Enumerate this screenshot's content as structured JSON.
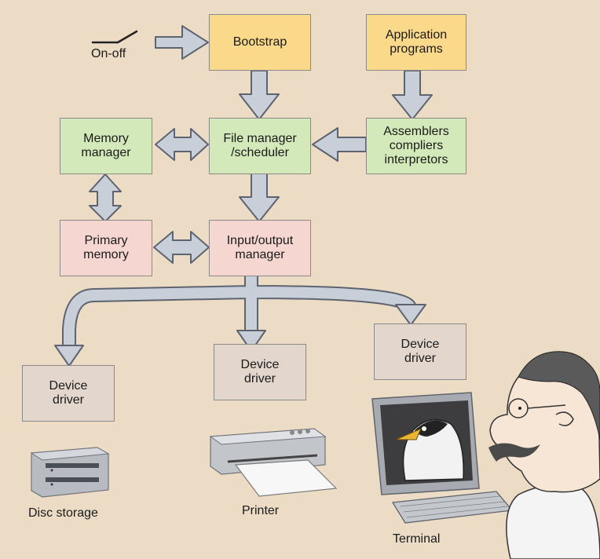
{
  "switch_label": "On-off",
  "boxes": {
    "bootstrap": "Bootstrap",
    "application_programs": "Application\nprograms",
    "memory_manager": "Memory\nmanager",
    "file_manager": "File manager\n/scheduler",
    "assemblers": "Assemblers\ncompliers\ninterpretors",
    "primary_memory": "Primary\nmemory",
    "io_manager": "Input/output\nmanager",
    "device_driver_left": "Device\ndriver",
    "device_driver_middle": "Device\ndriver",
    "device_driver_right": "Device\ndriver"
  },
  "devices": {
    "disc_storage": "Disc storage",
    "printer": "Printer",
    "terminal": "Terminal"
  },
  "colors": {
    "background": "#ecdcc5",
    "boot_box": "#fbd98a",
    "manager_box": "#d3e9b9",
    "memory_io_box": "#f6d6d0",
    "driver_box": "#e3d6cc",
    "arrow_fill": "#c9cfd8",
    "arrow_stroke": "#5d6470"
  }
}
